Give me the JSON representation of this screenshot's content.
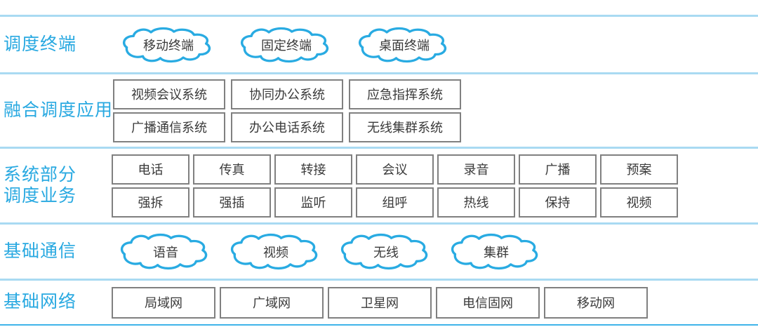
{
  "colors": {
    "accent_blue": "#29a9e1",
    "cloud_stroke": "#29abe2",
    "divider_light": "#a9daf2",
    "divider_bottom": "#3fb4e9",
    "box_border": "#808080",
    "box_text": "#3a3a3a"
  },
  "rows": {
    "terminals": {
      "label": "调度终端",
      "clouds": [
        "移动终端",
        "固定终端",
        "桌面终端"
      ]
    },
    "applications": {
      "label": "融合调度应用",
      "boxes": [
        "视频会议系统",
        "协同办公系统",
        "应急指挥系统",
        "广播通信系统",
        "办公电话系统",
        "无线集群系统"
      ]
    },
    "services": {
      "label_line1": "系统部分",
      "label_line2": "调度业务",
      "boxes": [
        "电话",
        "传真",
        "转接",
        "会议",
        "录音",
        "广播",
        "预案",
        "强拆",
        "强插",
        "监听",
        "组呼",
        "热线",
        "保持",
        "视频"
      ]
    },
    "communications": {
      "label": "基础通信",
      "clouds": [
        "语音",
        "视频",
        "无线",
        "集群"
      ]
    },
    "networks": {
      "label": "基础网络",
      "boxes": [
        "局域网",
        "广域网",
        "卫星网",
        "电信固网",
        "移动网"
      ]
    }
  }
}
